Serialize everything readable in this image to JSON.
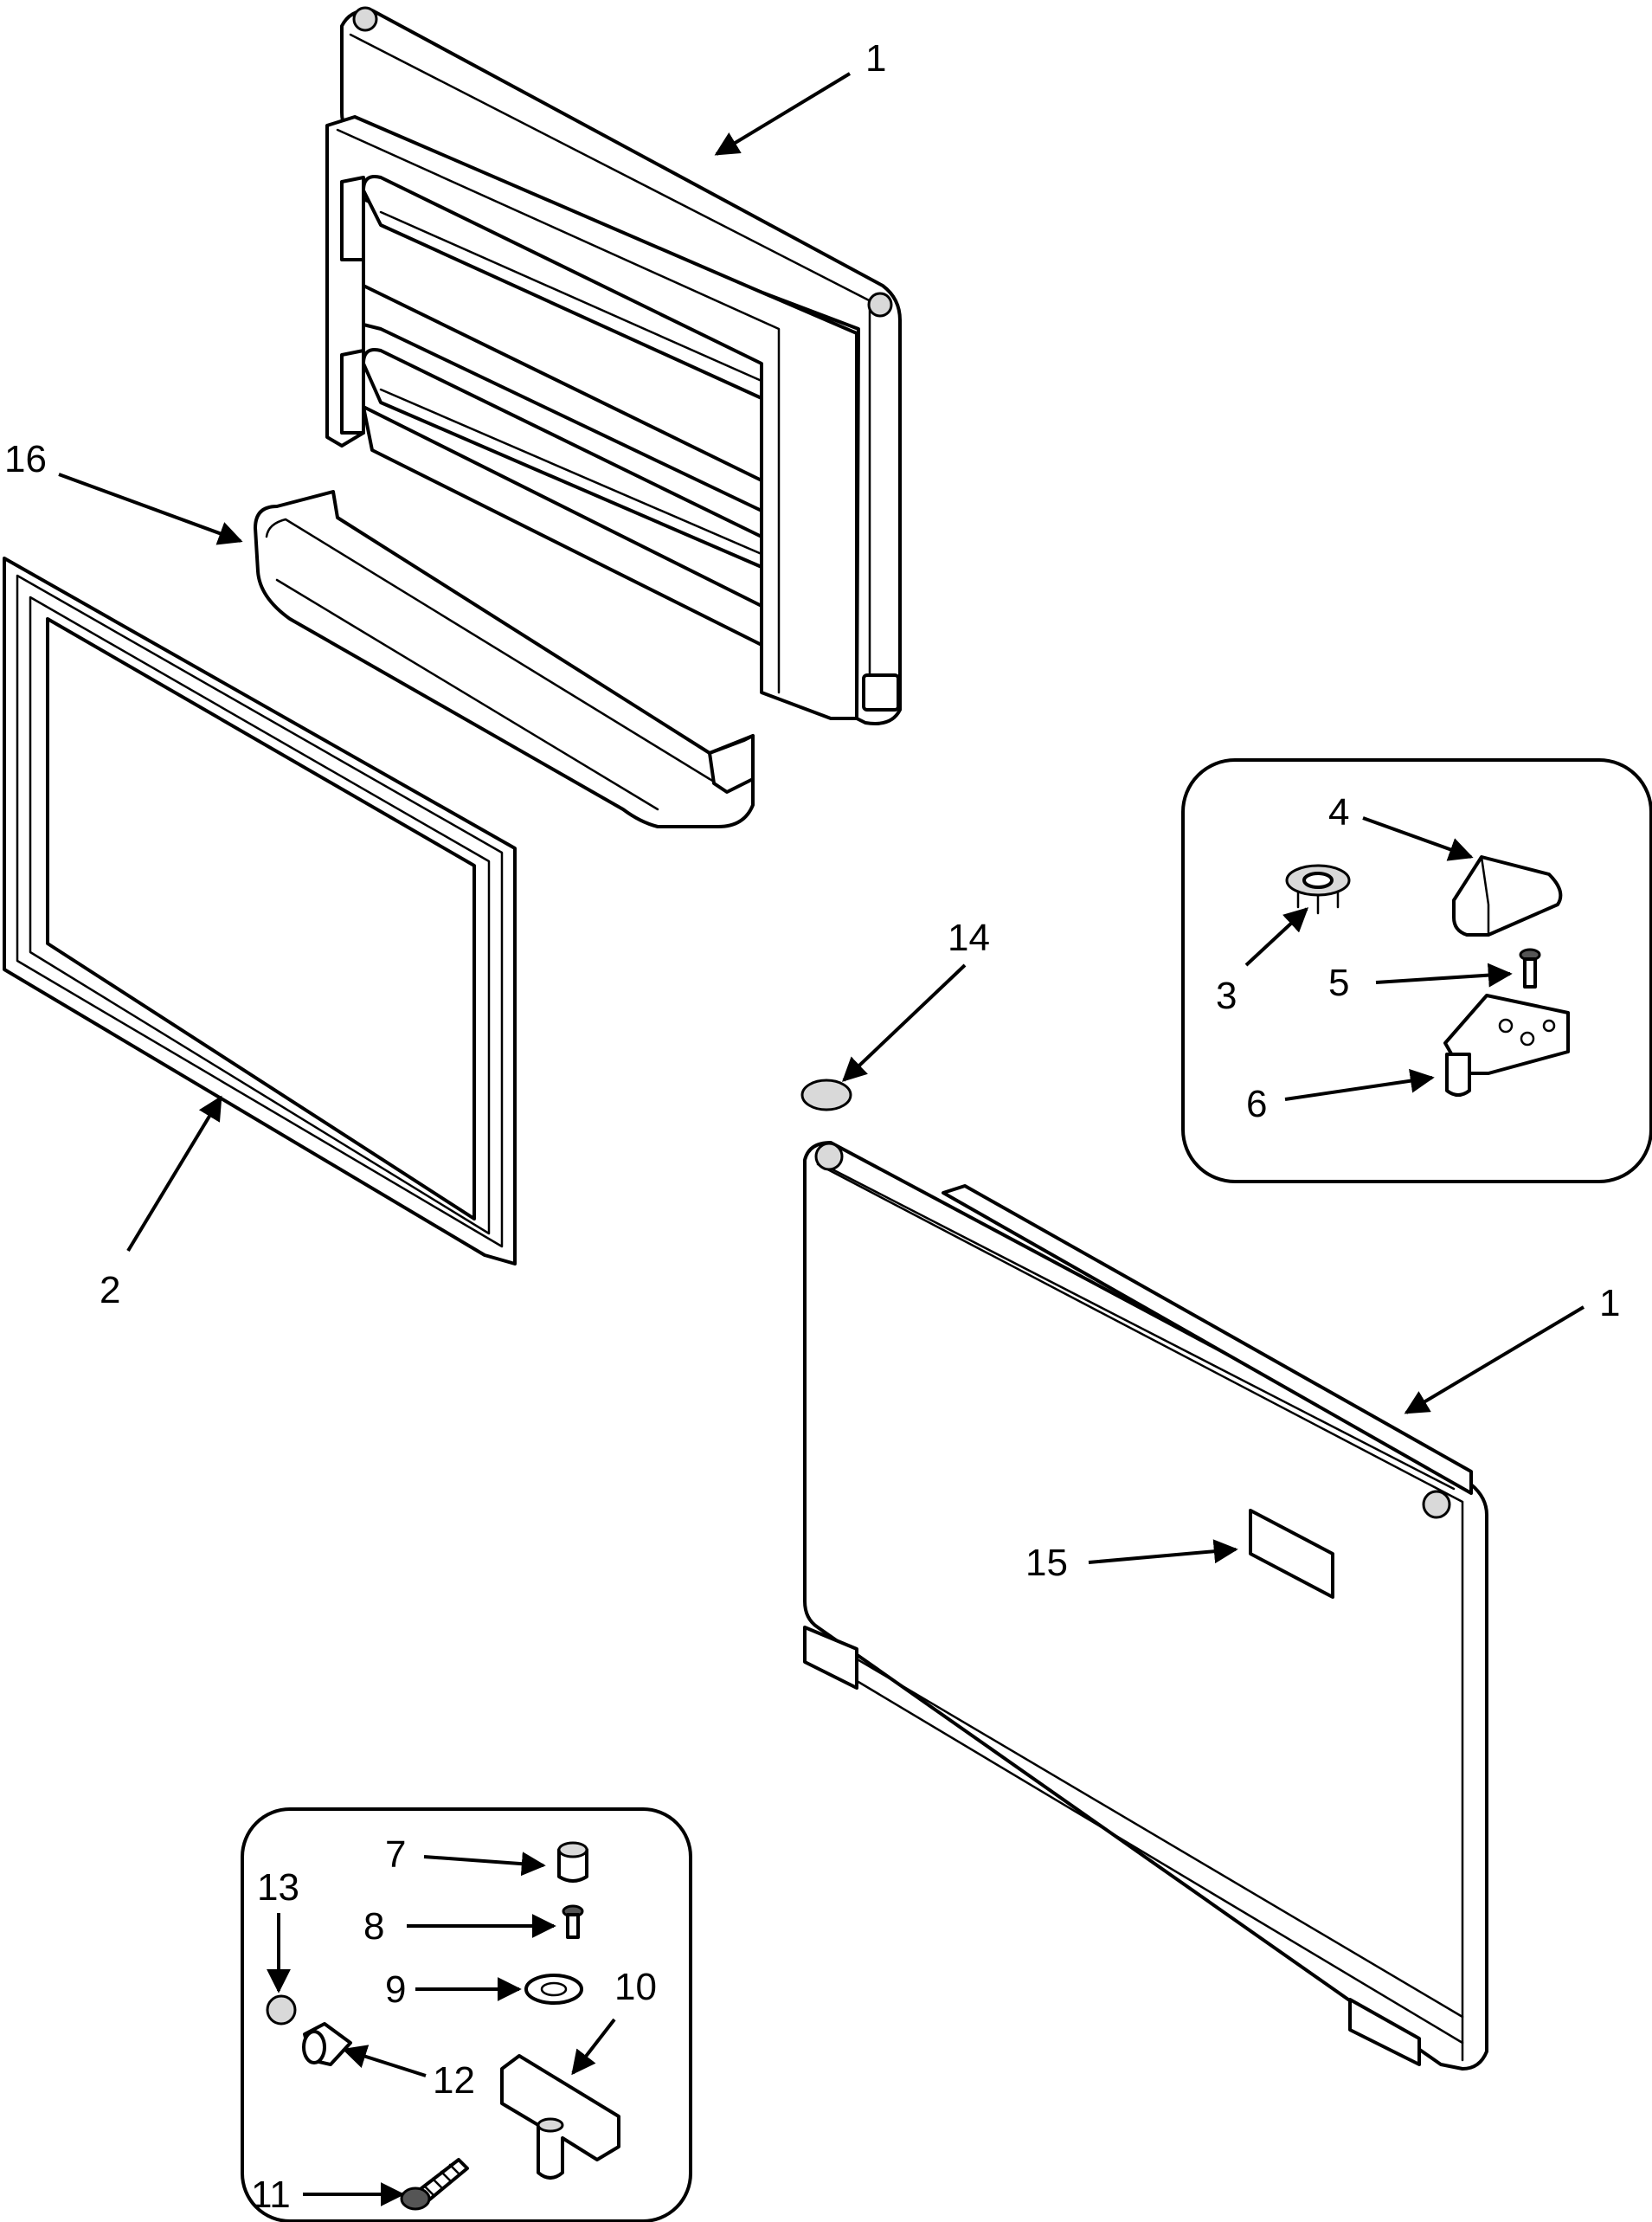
{
  "callouts": [
    {
      "id": "c1a",
      "text": "1"
    },
    {
      "id": "c16",
      "text": "16"
    },
    {
      "id": "c2",
      "text": "2"
    },
    {
      "id": "c14",
      "text": "14"
    },
    {
      "id": "c1b",
      "text": "1"
    },
    {
      "id": "c15",
      "text": "15"
    },
    {
      "id": "c4",
      "text": "4"
    },
    {
      "id": "c3",
      "text": "3"
    },
    {
      "id": "c5",
      "text": "5"
    },
    {
      "id": "c6",
      "text": "6"
    },
    {
      "id": "c7",
      "text": "7"
    },
    {
      "id": "c8",
      "text": "8"
    },
    {
      "id": "c9",
      "text": "9"
    },
    {
      "id": "c10",
      "text": "10"
    },
    {
      "id": "c11",
      "text": "11"
    },
    {
      "id": "c12",
      "text": "12"
    },
    {
      "id": "c13",
      "text": "13"
    }
  ]
}
